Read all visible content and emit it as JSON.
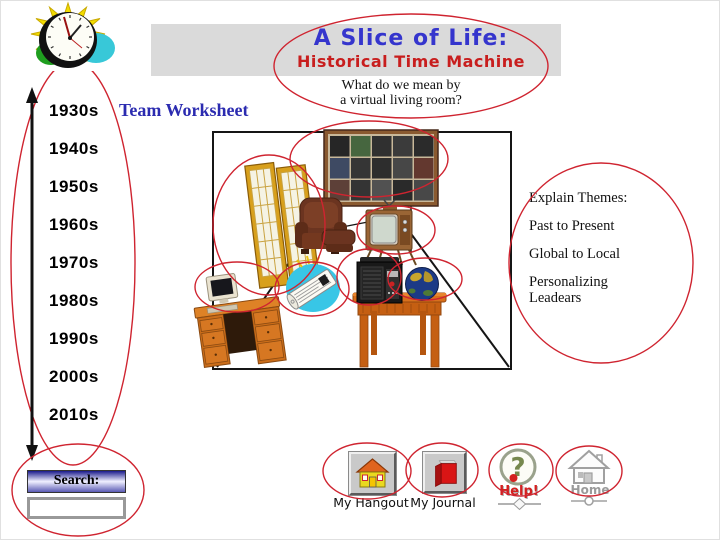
{
  "title": {
    "line1": "A Slice of Life:",
    "line2": "Historical Time Machine",
    "question_line1": "What do we mean by",
    "question_line2": "a virtual living room?"
  },
  "section": {
    "label": "Team Worksheet"
  },
  "timeline": {
    "decades": [
      "1930s",
      "1940s",
      "1950s",
      "1960s",
      "1970s",
      "1980s",
      "1990s",
      "2000s",
      "2010s"
    ]
  },
  "search": {
    "label": "Search:",
    "value": ""
  },
  "themes": {
    "heading": "Explain Themes:",
    "items": [
      "Past to Present",
      "Global to Local",
      "Personalizing Leadears"
    ]
  },
  "nav": {
    "hangout_label": "My Hangout",
    "journal_label": "My Journal",
    "help_label": "Help!",
    "home_label": "Home",
    "help_glyph": "?"
  },
  "room": {
    "objects": [
      "french-doors",
      "photo-wall",
      "armchair",
      "television",
      "radio",
      "globe",
      "newspaper",
      "computer-desk",
      "side-table"
    ]
  },
  "icons": {
    "logo": "clock-sunburst-icon",
    "hangout": "house-icon",
    "journal": "red-book-icon",
    "help": "question-mark-icon",
    "home": "home-outline-icon"
  },
  "colors": {
    "highlight_red": "#cf2430",
    "title_blue": "#3535cd",
    "title_red": "#c81e1e",
    "banner_gray": "#dadada",
    "newspaper_cyan": "#38c6e6",
    "search_navy": "#1a1a8c"
  }
}
